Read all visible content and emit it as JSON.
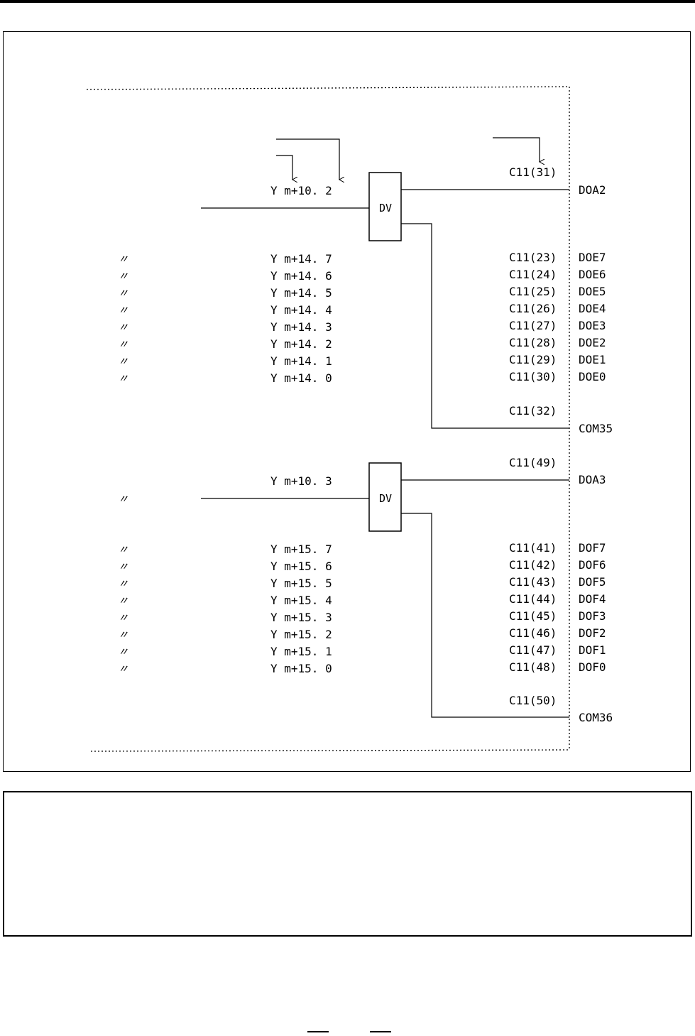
{
  "block_1": {
    "box_label": "DV",
    "input_address": "Y m+10. 2",
    "output_pin": "C11(31)",
    "output_signal": "DOA2",
    "common_pin": "C11(32)",
    "common_signal": "COM35"
  },
  "group_1": [
    {
      "mark": "〃",
      "address": "Y m+14. 7",
      "pin": "C11(23)",
      "signal": "DOE7"
    },
    {
      "mark": "〃",
      "address": "Y m+14. 6",
      "pin": "C11(24)",
      "signal": "DOE6"
    },
    {
      "mark": "〃",
      "address": "Y m+14. 5",
      "pin": "C11(25)",
      "signal": "DOE5"
    },
    {
      "mark": "〃",
      "address": "Y m+14. 4",
      "pin": "C11(26)",
      "signal": "DOE4"
    },
    {
      "mark": "〃",
      "address": "Y m+14. 3",
      "pin": "C11(27)",
      "signal": "DOE3"
    },
    {
      "mark": "〃",
      "address": "Y m+14. 2",
      "pin": "C11(28)",
      "signal": "DOE2"
    },
    {
      "mark": "〃",
      "address": "Y m+14. 1",
      "pin": "C11(29)",
      "signal": "DOE1"
    },
    {
      "mark": "〃",
      "address": "Y m+14. 0",
      "pin": "C11(30)",
      "signal": "DOE0"
    }
  ],
  "block_2": {
    "box_label": "DV",
    "input_address": "Y m+10. 3",
    "input_mark": "〃",
    "output_pin": "C11(49)",
    "output_signal": "DOA3",
    "common_pin": "C11(50)",
    "common_signal": "COM36"
  },
  "group_2": [
    {
      "mark": "〃",
      "address": "Y m+15. 7",
      "pin": "C11(41)",
      "signal": "DOF7"
    },
    {
      "mark": "〃",
      "address": "Y m+15. 6",
      "pin": "C11(42)",
      "signal": "DOF6"
    },
    {
      "mark": "〃",
      "address": "Y m+15. 5",
      "pin": "C11(43)",
      "signal": "DOF5"
    },
    {
      "mark": "〃",
      "address": "Y m+15. 4",
      "pin": "C11(44)",
      "signal": "DOF4"
    },
    {
      "mark": "〃",
      "address": "Y m+15. 3",
      "pin": "C11(45)",
      "signal": "DOF3"
    },
    {
      "mark": "〃",
      "address": "Y m+15. 2",
      "pin": "C11(46)",
      "signal": "DOF2"
    },
    {
      "mark": "〃",
      "address": "Y m+15. 1",
      "pin": "C11(47)",
      "signal": "DOF1"
    },
    {
      "mark": "〃",
      "address": "Y m+15. 0",
      "pin": "C11(48)",
      "signal": "DOF0"
    }
  ]
}
